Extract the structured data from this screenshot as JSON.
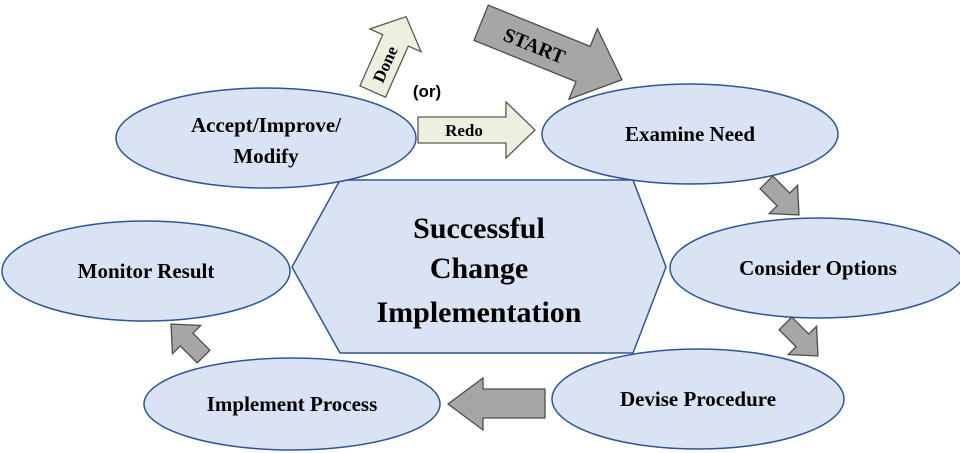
{
  "center": {
    "line1": "Successful",
    "line2": "Change",
    "line3": "Implementation"
  },
  "nodes": {
    "examine_need": "Examine Need",
    "consider_options": "Consider Options",
    "devise_procedure": "Devise Procedure",
    "implement_process": "Implement Process",
    "monitor_result": "Monitor Result",
    "accept_line1": "Accept/Improve/",
    "accept_line2": "Modify"
  },
  "arrows": {
    "start": "START",
    "done": "Done",
    "or": "(or)",
    "redo": "Redo"
  },
  "colors": {
    "node_fill": "#dae3f3",
    "node_stroke": "#2f5597",
    "arrow_gray": "#a6a6a6",
    "arrow_light": "#efefdf"
  }
}
